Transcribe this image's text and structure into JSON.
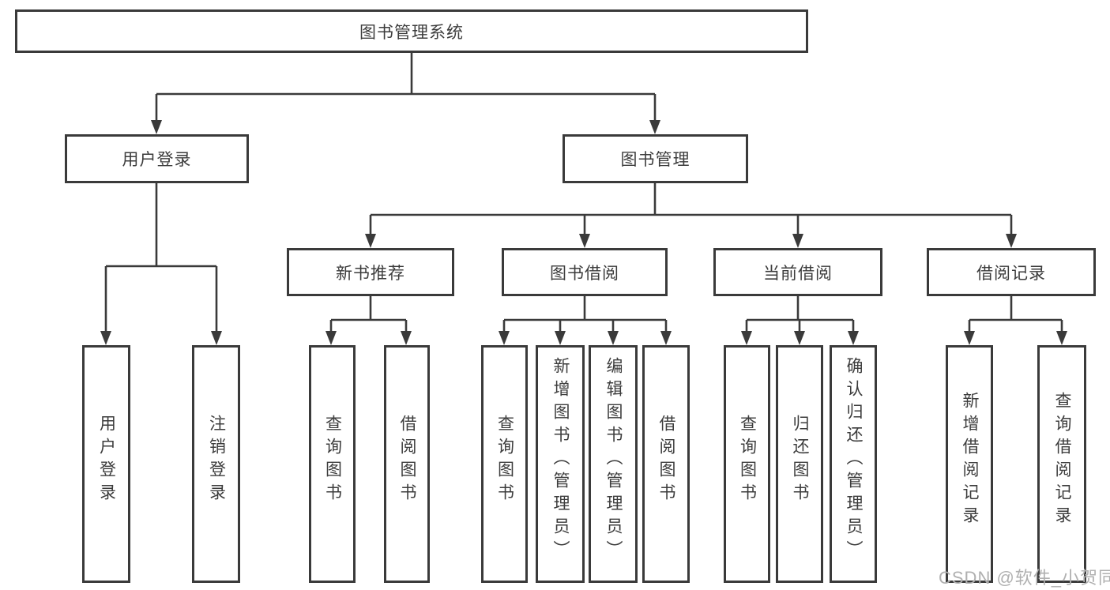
{
  "diagram_title": "图书管理系统",
  "colors": {
    "line": "#3a3a3a",
    "text": "#3c3c3c",
    "background": "#ffffff",
    "watermark": "#b0b0b0"
  },
  "nodes": {
    "root": {
      "label": "图书管理系统"
    },
    "user_login": {
      "label": "用户登录"
    },
    "book_management": {
      "label": "图书管理"
    },
    "new_book_recommend": {
      "label": "新书推荐"
    },
    "book_borrow": {
      "label": "图书借阅"
    },
    "current_borrow": {
      "label": "当前借阅"
    },
    "borrow_records": {
      "label": "借阅记录"
    },
    "leaf_user_login": {
      "label": "用户登录"
    },
    "leaf_logout": {
      "label": "注销登录"
    },
    "leaf_recommend_query": {
      "label": "查询图书"
    },
    "leaf_recommend_borrow": {
      "label": "借阅图书"
    },
    "leaf_borrow_query": {
      "label": "查询图书"
    },
    "leaf_borrow_add": {
      "label": "新增图书（管理员）"
    },
    "leaf_borrow_edit": {
      "label": "编辑图书（管理员）"
    },
    "leaf_borrow_borrow": {
      "label": "借阅图书"
    },
    "leaf_current_query": {
      "label": "查询图书"
    },
    "leaf_current_return": {
      "label": "归还图书"
    },
    "leaf_current_confirm": {
      "label": "确认归还（管理员）"
    },
    "leaf_records_add": {
      "label": "新增借阅记录"
    },
    "leaf_records_query": {
      "label": "查询借阅记录"
    }
  },
  "hierarchy": {
    "图书管理系统": [
      "用户登录",
      "图书管理"
    ],
    "用户登录": [
      "用户登录",
      "注销登录"
    ],
    "图书管理": [
      "新书推荐",
      "图书借阅",
      "当前借阅",
      "借阅记录"
    ],
    "新书推荐": [
      "查询图书",
      "借阅图书"
    ],
    "图书借阅": [
      "查询图书",
      "新增图书（管理员）",
      "编辑图书（管理员）",
      "借阅图书"
    ],
    "当前借阅": [
      "查询图书",
      "归还图书",
      "确认归还（管理员）"
    ],
    "借阅记录": [
      "新增借阅记录",
      "查询借阅记录"
    ]
  },
  "watermark": {
    "text": "CSDN @软件_小贺同学"
  }
}
